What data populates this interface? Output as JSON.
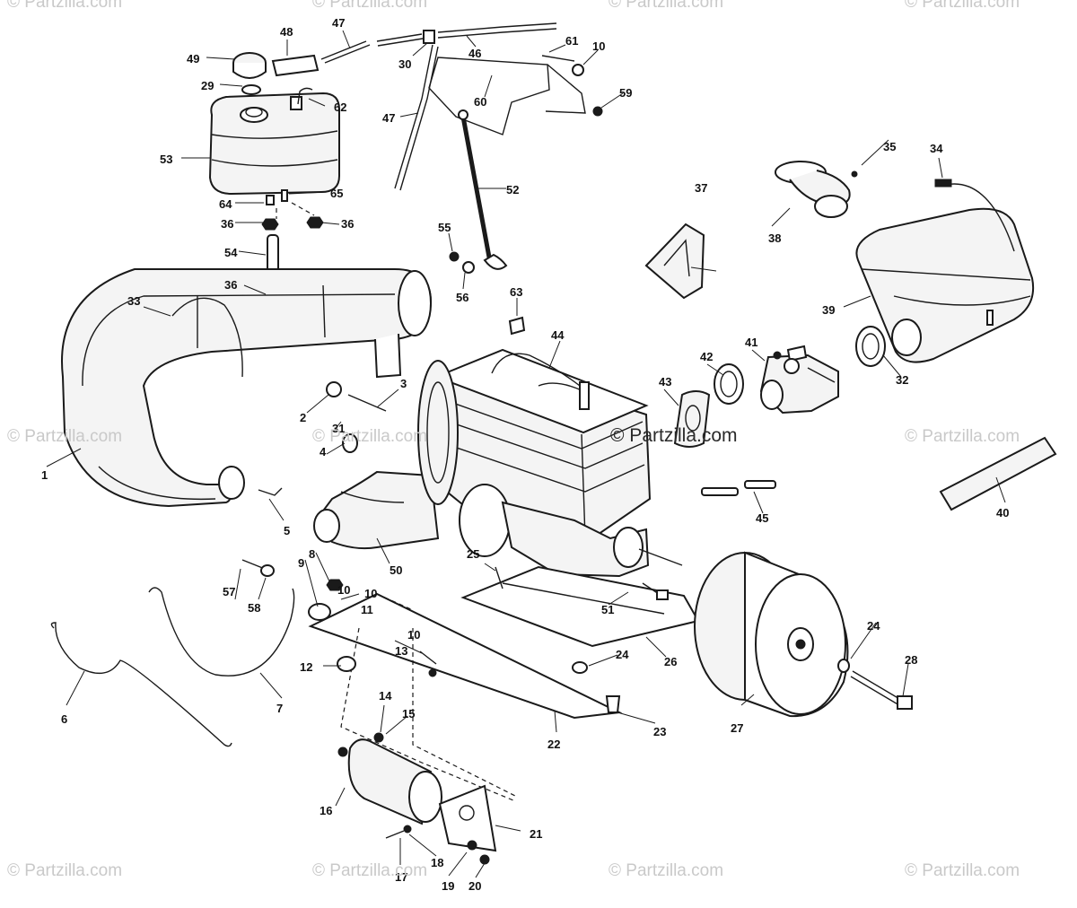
{
  "watermarks": {
    "top_left": "© Partzilla.com",
    "top_center": "© Partzilla.com",
    "top_right_center": "© Partzilla.com",
    "top_right": "© Partzilla.com",
    "mid_left": "© Partzilla.com",
    "mid_center": "© Partzilla.com",
    "mid_right": "© Partzilla.com",
    "bottom_left": "© Partzilla.com",
    "bottom_center": "© Partzilla.com",
    "bottom_right_center": "© Partzilla.com",
    "bottom_right": "© Partzilla.com",
    "center_mark": "© Partzilla.com"
  },
  "callouts": [
    "1",
    "2",
    "3",
    "4",
    "5",
    "6",
    "7",
    "8",
    "9",
    "10",
    "10",
    "10",
    "10",
    "11",
    "12",
    "13",
    "14",
    "15",
    "16",
    "17",
    "18",
    "19",
    "20",
    "21",
    "22",
    "23",
    "24",
    "24",
    "25",
    "26",
    "27",
    "28",
    "29",
    "30",
    "31",
    "32",
    "33",
    "34",
    "35",
    "36",
    "36",
    "36",
    "36",
    "37",
    "38",
    "39",
    "40",
    "41",
    "42",
    "43",
    "44",
    "45",
    "46",
    "47",
    "47",
    "48",
    "49",
    "50",
    "51",
    "52",
    "53",
    "54",
    "55",
    "56",
    "57",
    "58",
    "59",
    "60",
    "61",
    "62",
    "63",
    "64",
    "65"
  ]
}
